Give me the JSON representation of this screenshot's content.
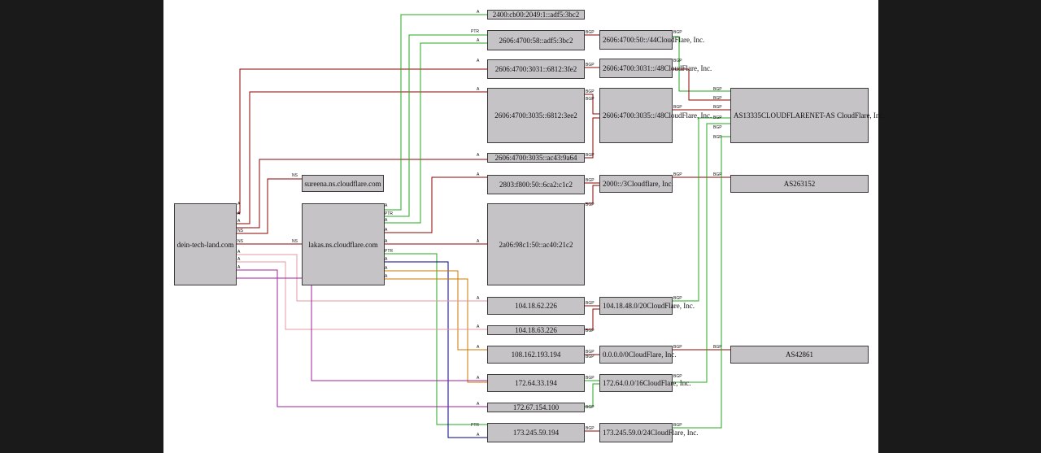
{
  "nodes": {
    "domain": "dein-tech-land.com",
    "ns_sureena": "sureena.ns.cloudflare.com",
    "ns_lakas": "lakas.ns.cloudflare.com",
    "ip_2400": "2400:cb00:2049:1::adf5:3bc2",
    "ip_2606_58": "2606:4700:58::adf5:3bc2",
    "ip_2606_3031": "2606:4700:3031::6812:3fe2",
    "ip_2606_3035": "2606:4700:3035::6812:3ee2",
    "ip_2606_3035b": "2606:4700:3035::ac43:9a64",
    "ip_2803": "2803:f800:50::6ca2:c1c2",
    "ip_2a06": "2a06:98c1:50::ac40:21c2",
    "ip_104_62": "104.18.62.226",
    "ip_104_63": "104.18.63.226",
    "ip_108": "108.162.193.194",
    "ip_172_64": "172.64.33.194",
    "ip_172_67": "172.67.154.100",
    "ip_173": "173.245.59.194",
    "pfx_2606_50_line1": "2606:4700:50::/44",
    "pfx_2606_50_line2": "CloudFlare, Inc.",
    "pfx_2606_3031_line1": "2606:4700:3031::/48",
    "pfx_2606_3031_line2": "CloudFlare, Inc.",
    "pfx_2606_3035_line1": "2606:4700:3035::/48",
    "pfx_2606_3035_line2": "CloudFlare, Inc.",
    "pfx_2000_line1": "2000::/3",
    "pfx_2000_line2": "Cloudflare, Inc.",
    "pfx_104_line1": "104.18.48.0/20",
    "pfx_104_line2": "CloudFlare, Inc.",
    "pfx_0000_line1": "0.0.0.0/0",
    "pfx_0000_line2": "CloudFlare, Inc.",
    "pfx_172_line1": "172.64.0.0/16",
    "pfx_172_line2": "CloudFlare, Inc.",
    "pfx_173_line1": "173.245.59.0/24",
    "pfx_173_line2": "CloudFlare, Inc.",
    "as13335_line1": "AS13335",
    "as13335_line2": "CLOUDFLARENET-AS CloudFlare, Inc.",
    "as263152": "AS263152",
    "as42861": "AS42861"
  },
  "edge_labels": {
    "a": "A",
    "ns": "NS",
    "ptr": "PTR",
    "bgp": "BGP"
  },
  "colors": {
    "background": "#1a1a1a",
    "canvas": "#ffffff",
    "node_fill": "#c5c3c6",
    "edge_red": "#8b0000",
    "edge_green": "#22aa22",
    "edge_navy": "#000080",
    "edge_orange": "#cc7700",
    "edge_pink": "#e39aa0",
    "edge_purple": "#a020a0"
  }
}
